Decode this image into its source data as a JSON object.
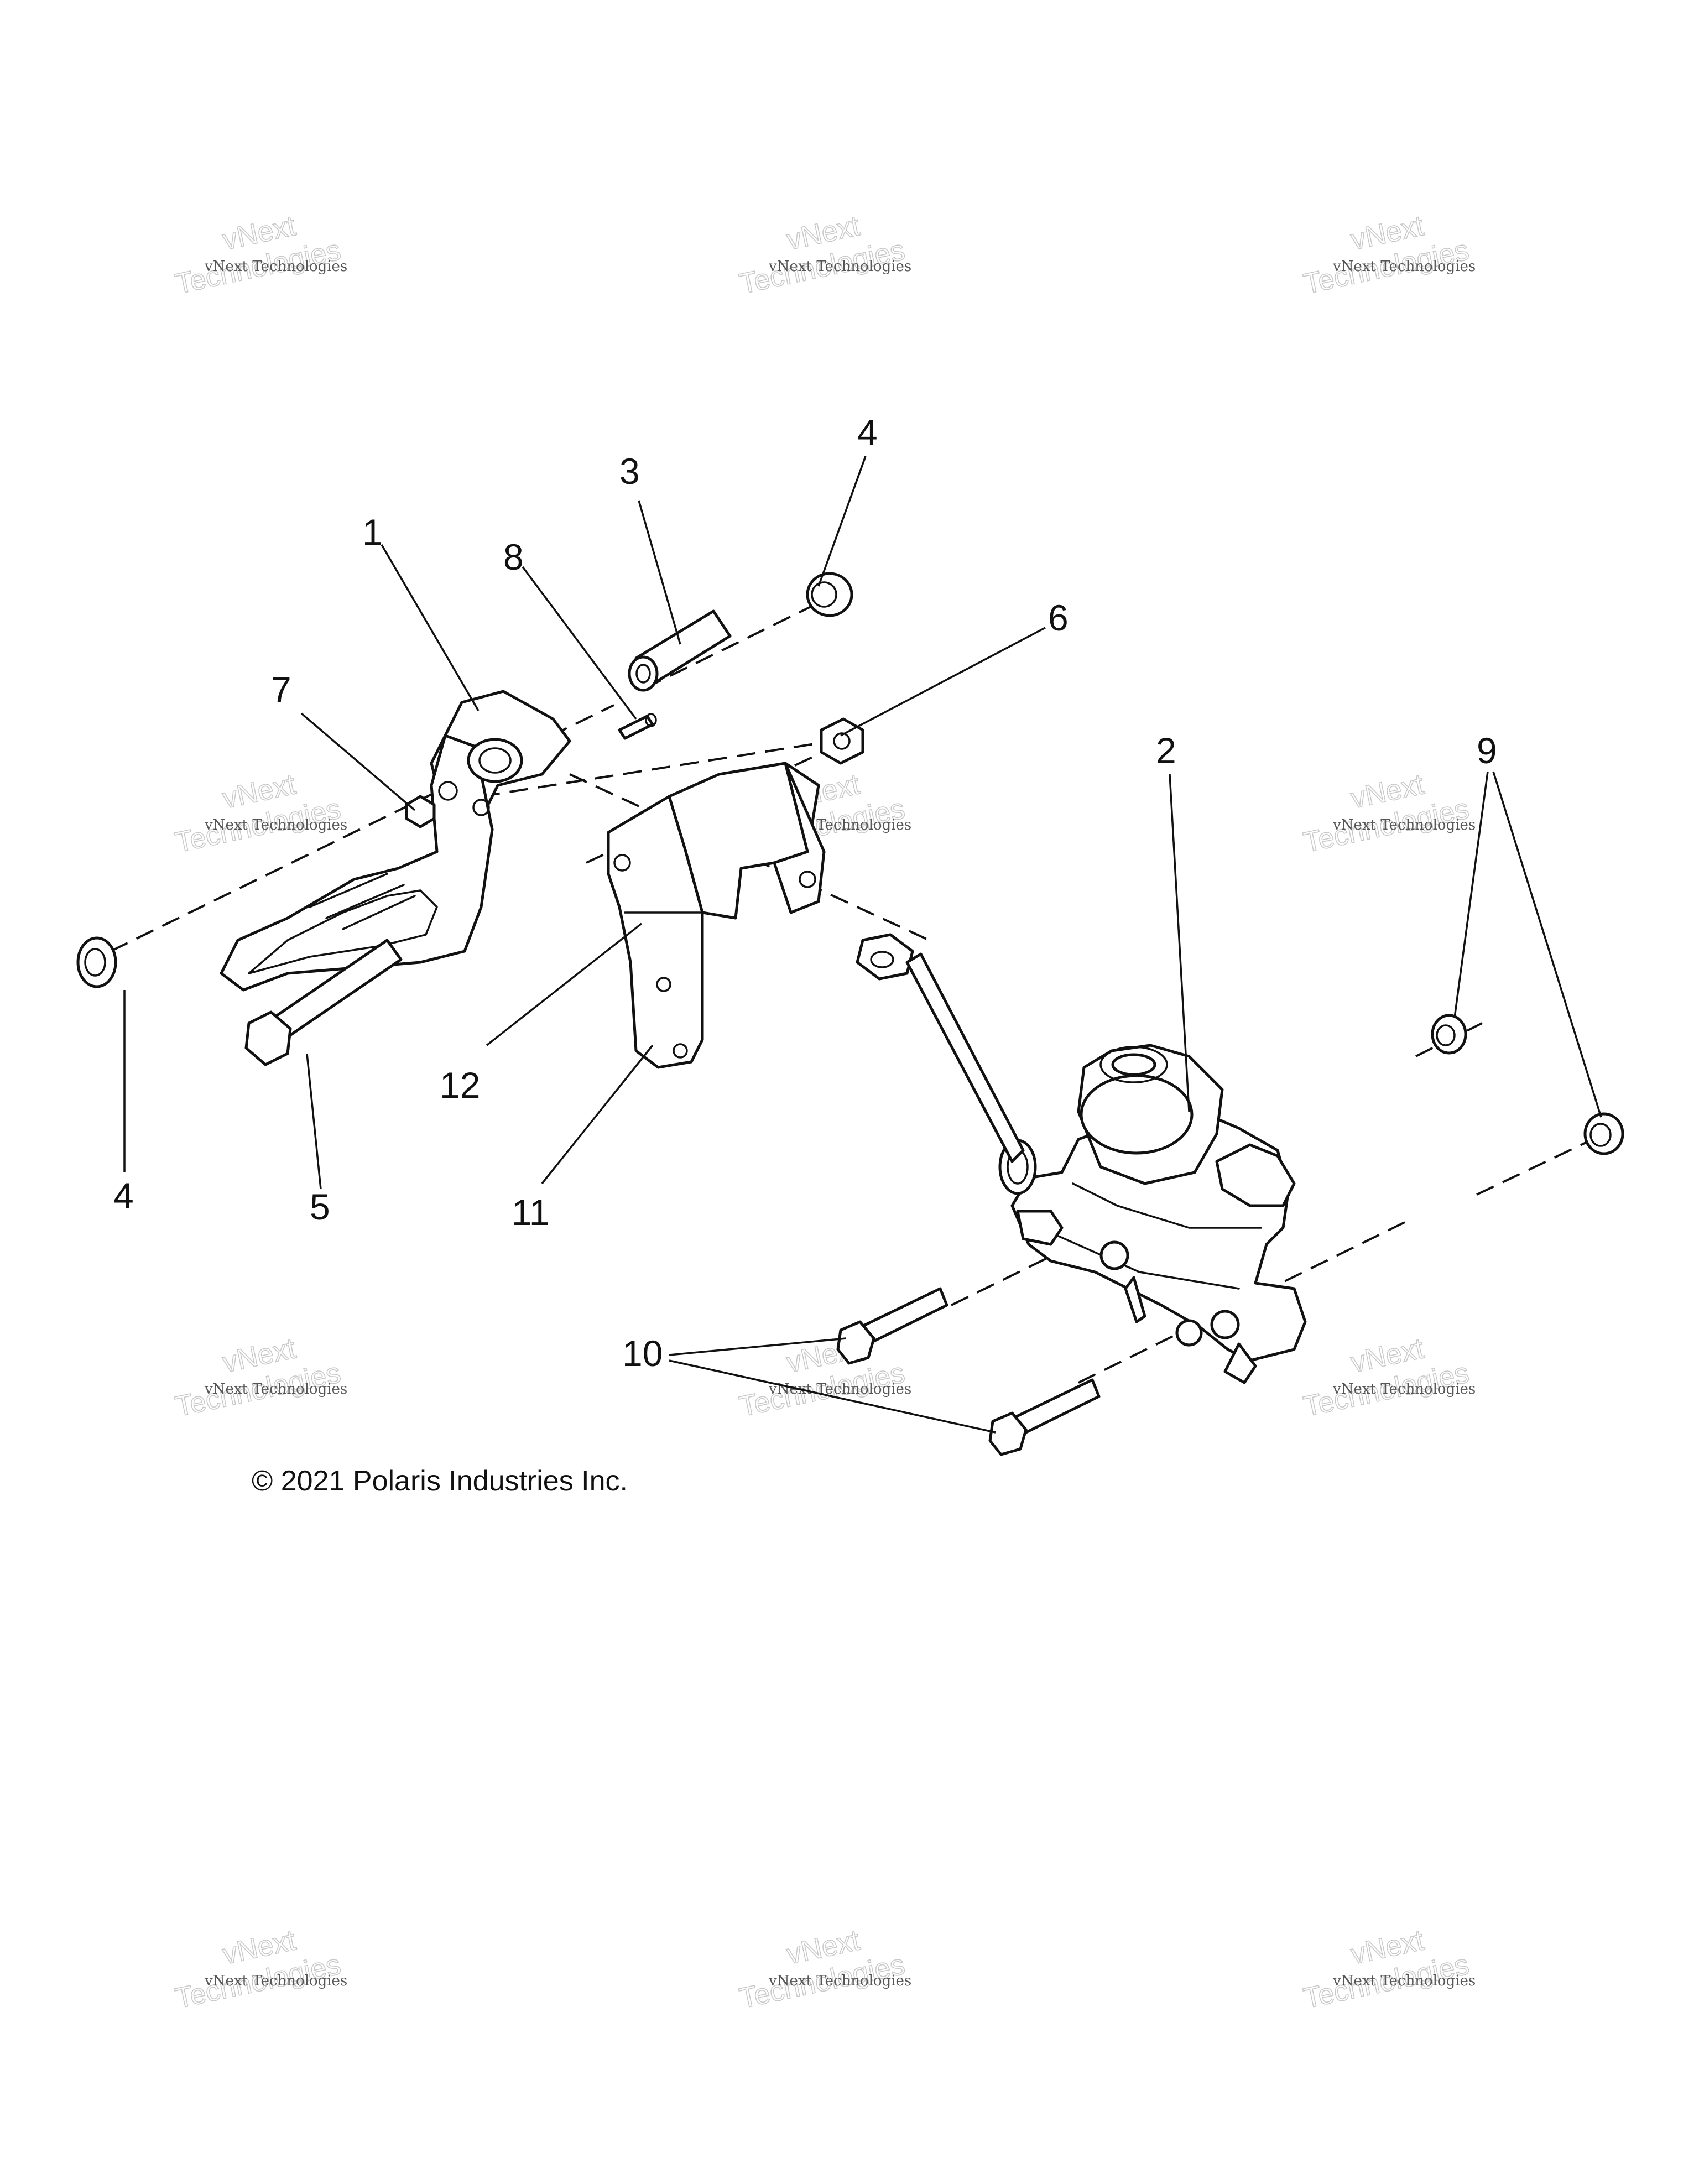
{
  "diagram": {
    "copyright": "© 2021 Polaris Industries Inc.",
    "watermark": {
      "small": "vNext Technologies",
      "big_line1": "vNext",
      "big_line2": "Technologies"
    },
    "callouts": [
      "1",
      "2",
      "3",
      "4",
      "4",
      "5",
      "6",
      "7",
      "8",
      "9",
      "10",
      "11",
      "12"
    ]
  }
}
